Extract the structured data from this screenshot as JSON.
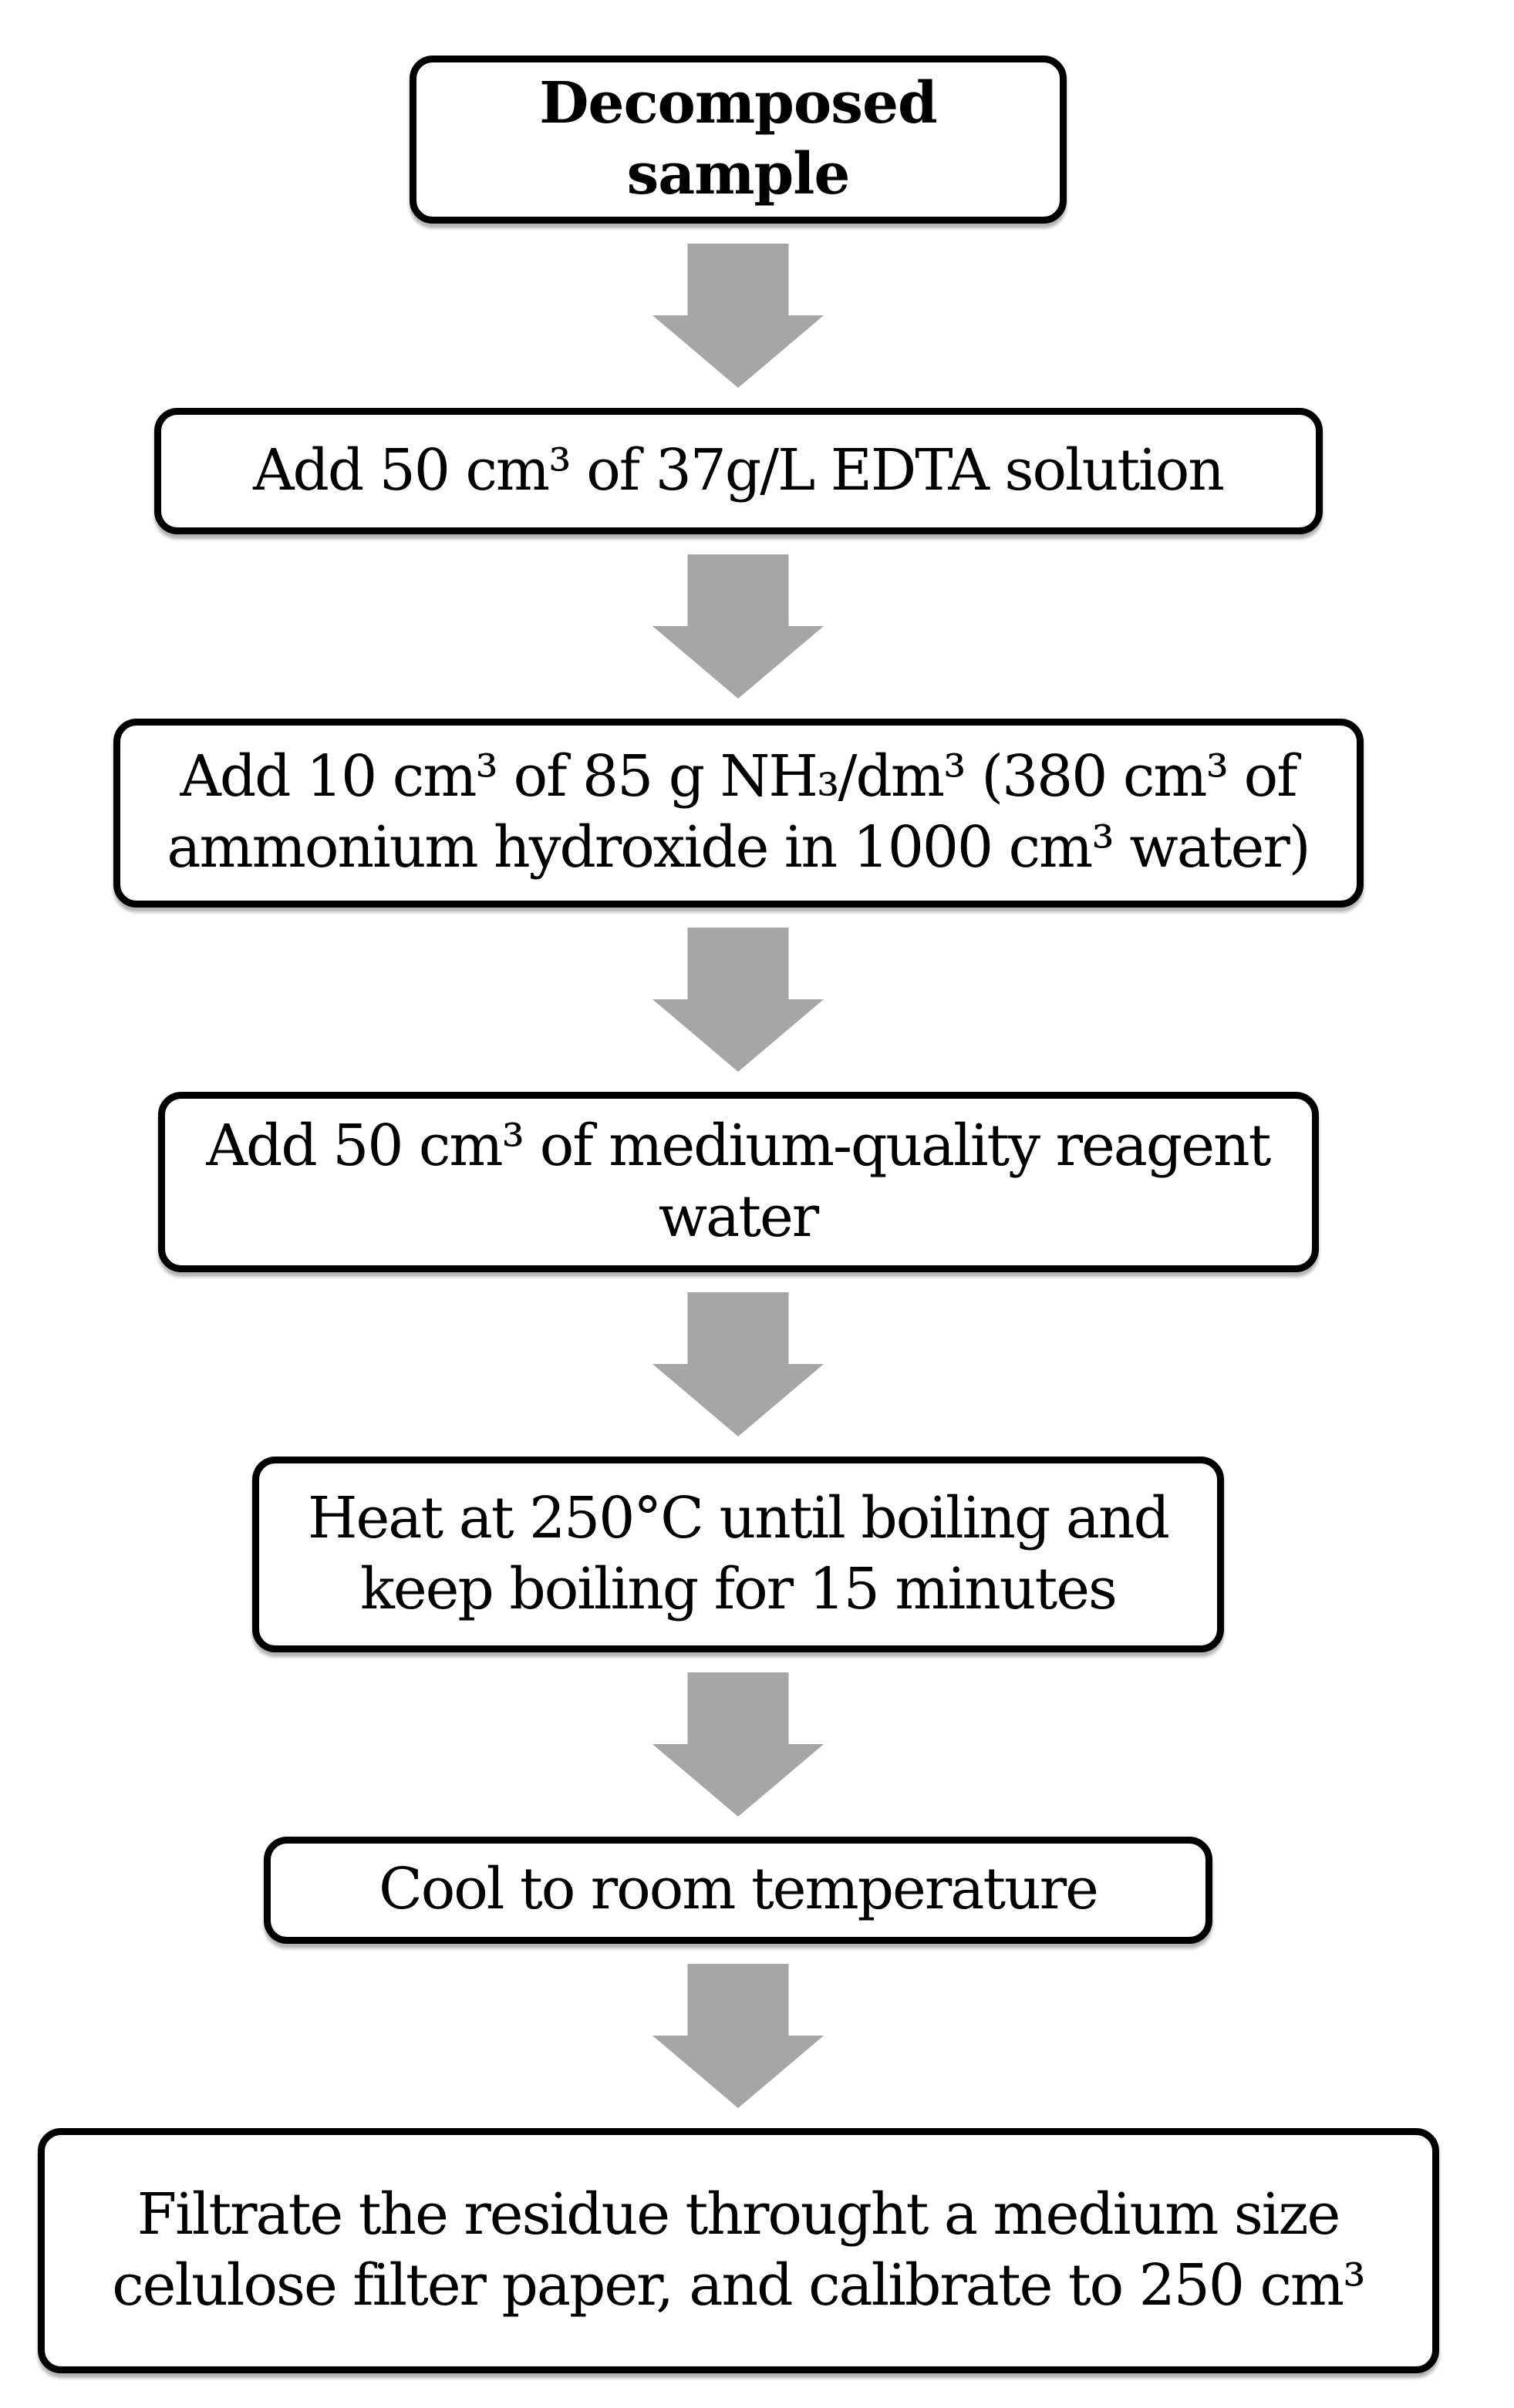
{
  "diagram": {
    "type": "flowchart",
    "direction": "top-down",
    "colors": {
      "arrow": "#a6a6a6",
      "box_border": "#000000",
      "box_fill": "#ffffff",
      "text": "#000000"
    },
    "steps": [
      {
        "id": "decomposed-sample",
        "emphasis": "bold",
        "text": "Decomposed sample"
      },
      {
        "id": "add-edta",
        "emphasis": "normal",
        "text": "Add 50 cm³ of 37g/L EDTA solution"
      },
      {
        "id": "add-ammonia",
        "emphasis": "normal",
        "text": "Add 10 cm³ of 85 g NH₃/dm³ (380 cm³ of\nammonium hydroxide in 1000 cm³ water)"
      },
      {
        "id": "add-reagent-water",
        "emphasis": "normal",
        "text": "Add 50 cm³ of medium-quality reagent\nwater"
      },
      {
        "id": "heat-boil",
        "emphasis": "normal",
        "text": "Heat at 250°C until boiling and\nkeep boiling for 15 minutes"
      },
      {
        "id": "cool",
        "emphasis": "normal",
        "text": "Cool to room temperature"
      },
      {
        "id": "filtrate-calibrate",
        "emphasis": "normal",
        "text": "Filtrate the residue throught a medium size\ncelulose filter paper, and calibrate to 250 cm³"
      }
    ],
    "connector_icon": "down-block-arrow"
  }
}
